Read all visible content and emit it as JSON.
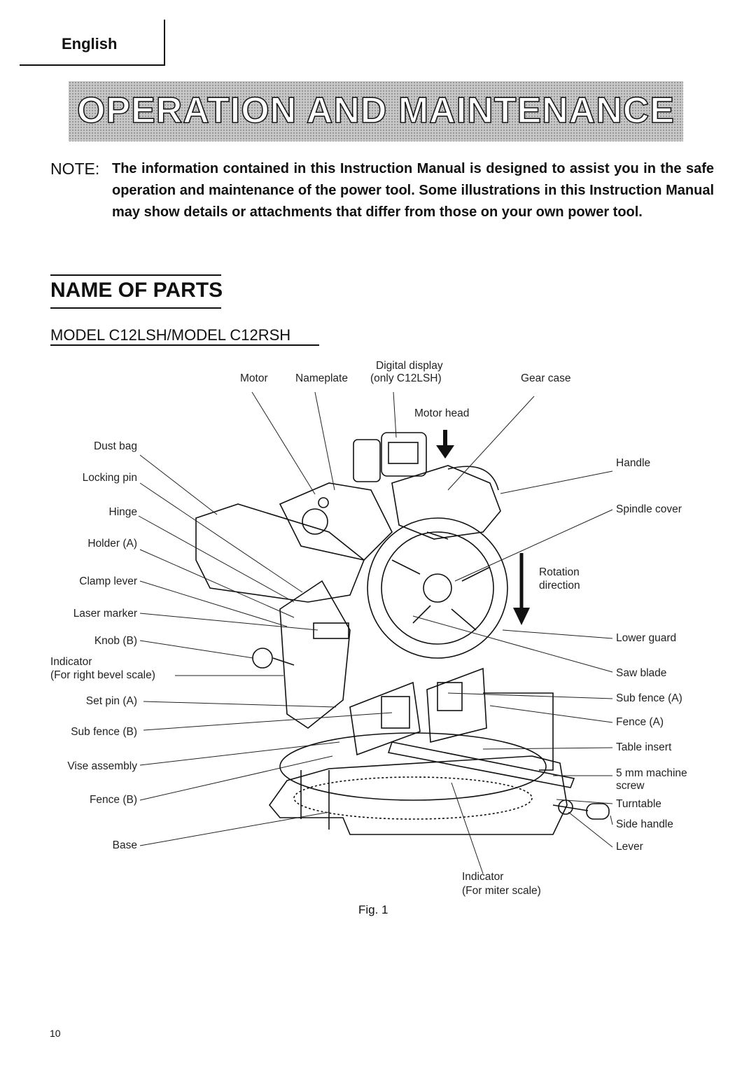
{
  "header": {
    "language": "English"
  },
  "banner": {
    "title": "OPERATION AND MAINTENANCE"
  },
  "note": {
    "label": "NOTE:",
    "text": "The information contained in this Instruction Manual is designed to assist you in the safe operation and maintenance of the power tool. Some illustrations in this Instruction Manual may show details or attachments that differ from those on your own power tool."
  },
  "section": {
    "title": "NAME OF PARTS",
    "model": "MODEL C12LSH/MODEL C12RSH"
  },
  "labels": {
    "top": {
      "motor": "Motor",
      "nameplate": "Nameplate",
      "digital_display_1": "Digital display",
      "digital_display_2": "(only C12LSH)",
      "gear_case": "Gear case",
      "motor_head": "Motor head"
    },
    "left": {
      "dust_bag": "Dust bag",
      "locking_pin": "Locking pin",
      "hinge": "Hinge",
      "holder_a": "Holder (A)",
      "clamp_lever": "Clamp lever",
      "laser_marker": "Laser marker",
      "knob_b": "Knob (B)",
      "indicator_1": "Indicator",
      "indicator_2": "(For right bevel scale)",
      "set_pin_a": "Set pin (A)",
      "sub_fence_b": "Sub fence (B)",
      "vise_assembly": "Vise assembly",
      "fence_b": "Fence (B)",
      "base": "Base"
    },
    "right": {
      "handle": "Handle",
      "spindle_cover": "Spindle cover",
      "rotation_1": "Rotation",
      "rotation_2": "direction",
      "lower_guard": "Lower guard",
      "saw_blade": "Saw blade",
      "sub_fence_a": "Sub fence (A)",
      "fence_a": "Fence (A)",
      "table_insert": "Table insert",
      "machine_screw_1": "5 mm machine",
      "machine_screw_2": "screw",
      "turntable": "Turntable",
      "side_handle": "Side handle",
      "lever": "Lever"
    },
    "bottom": {
      "indicator_1": "Indicator",
      "indicator_2": "(For miter scale)"
    }
  },
  "figure": {
    "caption": "Fig. 1"
  },
  "page": {
    "number": "10"
  }
}
